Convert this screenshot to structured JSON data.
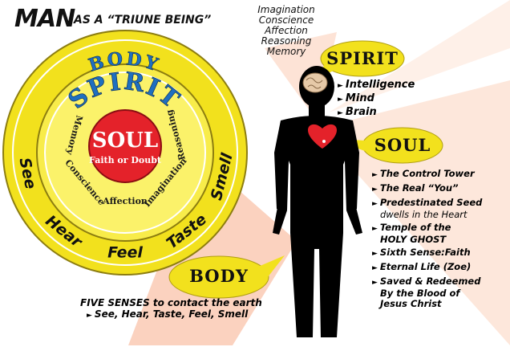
{
  "title": {
    "main": "MAN",
    "rest": "AS A “TRIUNE BEING”"
  },
  "top_words": [
    "Imagination",
    "Conscience",
    "Affection",
    "Reasoning",
    "Memory"
  ],
  "circle": {
    "outer_label": "BODY",
    "middle_label": "SPIRIT",
    "inner_label": "SOUL",
    "inner_sub": "Faith or Doubt",
    "spirit_ring_words": [
      "Memory",
      "Conscience",
      "Affection",
      "Imagination",
      "Reasoning"
    ],
    "body_ring_words": [
      "See",
      "Hear",
      "Feel",
      "Taste",
      "Smell"
    ]
  },
  "labels": {
    "spirit": "SPIRIT",
    "soul": "SOUL",
    "body": "BODY"
  },
  "spirit_items": [
    "Intelligence",
    "Mind",
    "Brain"
  ],
  "soul_items": [
    {
      "text": "The Control Tower"
    },
    {
      "text": "The Real “You”"
    },
    {
      "text": "Predestinated Seed",
      "sub": "dwells in the Heart"
    },
    {
      "text": "Temple of the",
      "line2": "HOLY GHOST"
    },
    {
      "text": "Sixth Sense:Faith"
    },
    {
      "text": "Eternal Life (Zoe)"
    },
    {
      "text": "Saved & Redeemed",
      "line2": "By the Blood of",
      "line3": "Jesus Christ"
    }
  ],
  "senses": {
    "line1": "FIVE SENSES to contact the earth",
    "line2": "See, Hear, Taste, Feel, Smell"
  },
  "colors": {
    "yellow": "#f2e11d",
    "yellow_light": "#fbf26a",
    "red": "#e4222a",
    "peach": "#f9c2a6",
    "blue": "#1f6fc0",
    "black": "#000000"
  }
}
